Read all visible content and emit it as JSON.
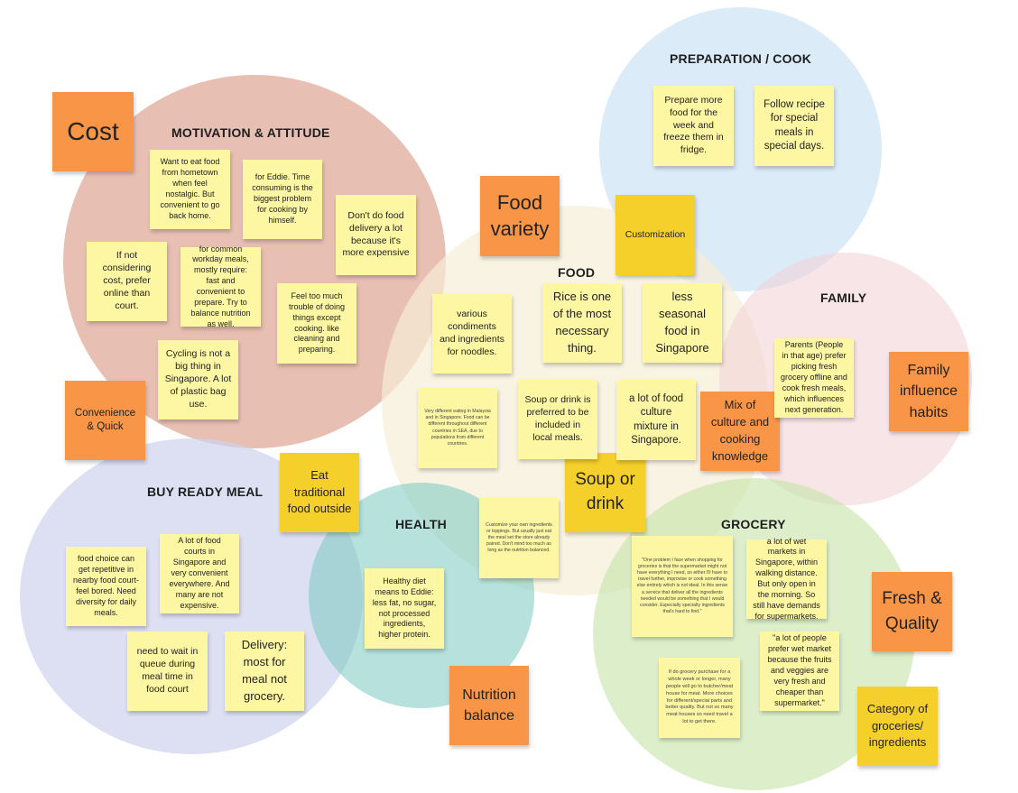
{
  "clusters": {
    "motivation": "MOTIVATION & ATTITUDE",
    "prep": "PREPARATION / COOK",
    "food": "FOOD",
    "family": "FAMILY",
    "buy": "BUY READY MEAL",
    "health": "HEALTH",
    "grocery": "GROCERY"
  },
  "notes": {
    "cost": "Cost",
    "food_variety": "Food variety",
    "convenience": "Convenience & Quick",
    "family_influence": "Family influence habits",
    "fresh_quality": "Fresh & Quality",
    "nutrition_balance": "Nutrition balance",
    "mix_culture": "Mix of culture and cooking knowledge",
    "customization": "Customization",
    "eat_traditional": "Eat traditional food outside",
    "soup_or_drink": "Soup or drink",
    "category_groceries": "Category of groceries/ ingredients",
    "m_hometown": "Want to eat food from hometown when feel nostalgic. But convenient to go back home.",
    "m_eddie_time": "for Eddie. Time consuming is the biggest problem for cooking by himself.",
    "m_no_delivery": "Don't do food delivery a lot because it's more expensive",
    "m_online": "If not considering cost, prefer online than court.",
    "m_workday": "for common workday meals, mostly require: fast and convenient to prepare. Try to balance nutrition as well.",
    "m_trouble": "Feel too much trouble of doing things except cooking. like cleaning and preparing.",
    "m_cycling": "Cycling is not a big thing in Singapore. A lot of plastic bag use.",
    "p_prepare_more": "Prepare more food for the week and freeze them in fridge.",
    "p_follow_recipe": "Follow recipe for special meals in special days.",
    "f_condiments": "various condiments and ingredients for noodles.",
    "f_rice": "Rice is one of the most necessary thing.",
    "f_seasonal": "less seasonal food in Singapore",
    "f_different_eating": "Very different eating in Malaysia and in Singapore. Food can be different throughout different countries in SEA, due to populations from different countries.",
    "f_soup_preferred": "Soup or drink is preferred to be included in local meals.",
    "f_culture_mixture": "a lot of food culture mixture in Singapore.",
    "f_customize_own": "Customize your own ingredients or toppings. But usually just eat the meal set the store already paired. Don't mind too much as long as the nutrition balanced.",
    "fam_parents": "Parents (People in that age) prefer picking fresh grocery offline and cook fresh meals, which influences next generation.",
    "b_repetitive": "food choice can get repetitive in nearby food court- feel bored. Need diversity for daily meals.",
    "b_food_courts": "A lot of food courts in Singapore and very convenient everywhere. And many are not expensive.",
    "b_queue": "need to wait in queue during meal time in food court",
    "b_delivery": "Delivery: most for meal not grocery.",
    "h_healthy_diet": "Healthy diet means to Eddie: less fat, no sugar, not processed ingredients, higher protein.",
    "g_supermarket_problem": "\"One problem I face when shopping for groceries is that the supermarket might not have everything I need, so either I'll have to travel further, improvise or cook something else entirely which is not ideal. In this sense a service that deliver all the ingredients needed would be something that I would consider. Especially specialty ingredients that's hard to find.\"",
    "g_wet_markets": "a lot of wet markets in Singapore, within walking distance. But only open in the morning. So still have demands for supermarkets.",
    "g_prefer_wet": "\"a lot of people prefer wet market because the fruits and veggies are very fresh and cheaper than supermarket.\"",
    "g_whole_week": "If do grocery purchase for a whole week or longer, many people will go to butcher/meat house for meat. More choices for different/special parts and better quality. But not so many meat houses so need travel a lot to get there."
  }
}
